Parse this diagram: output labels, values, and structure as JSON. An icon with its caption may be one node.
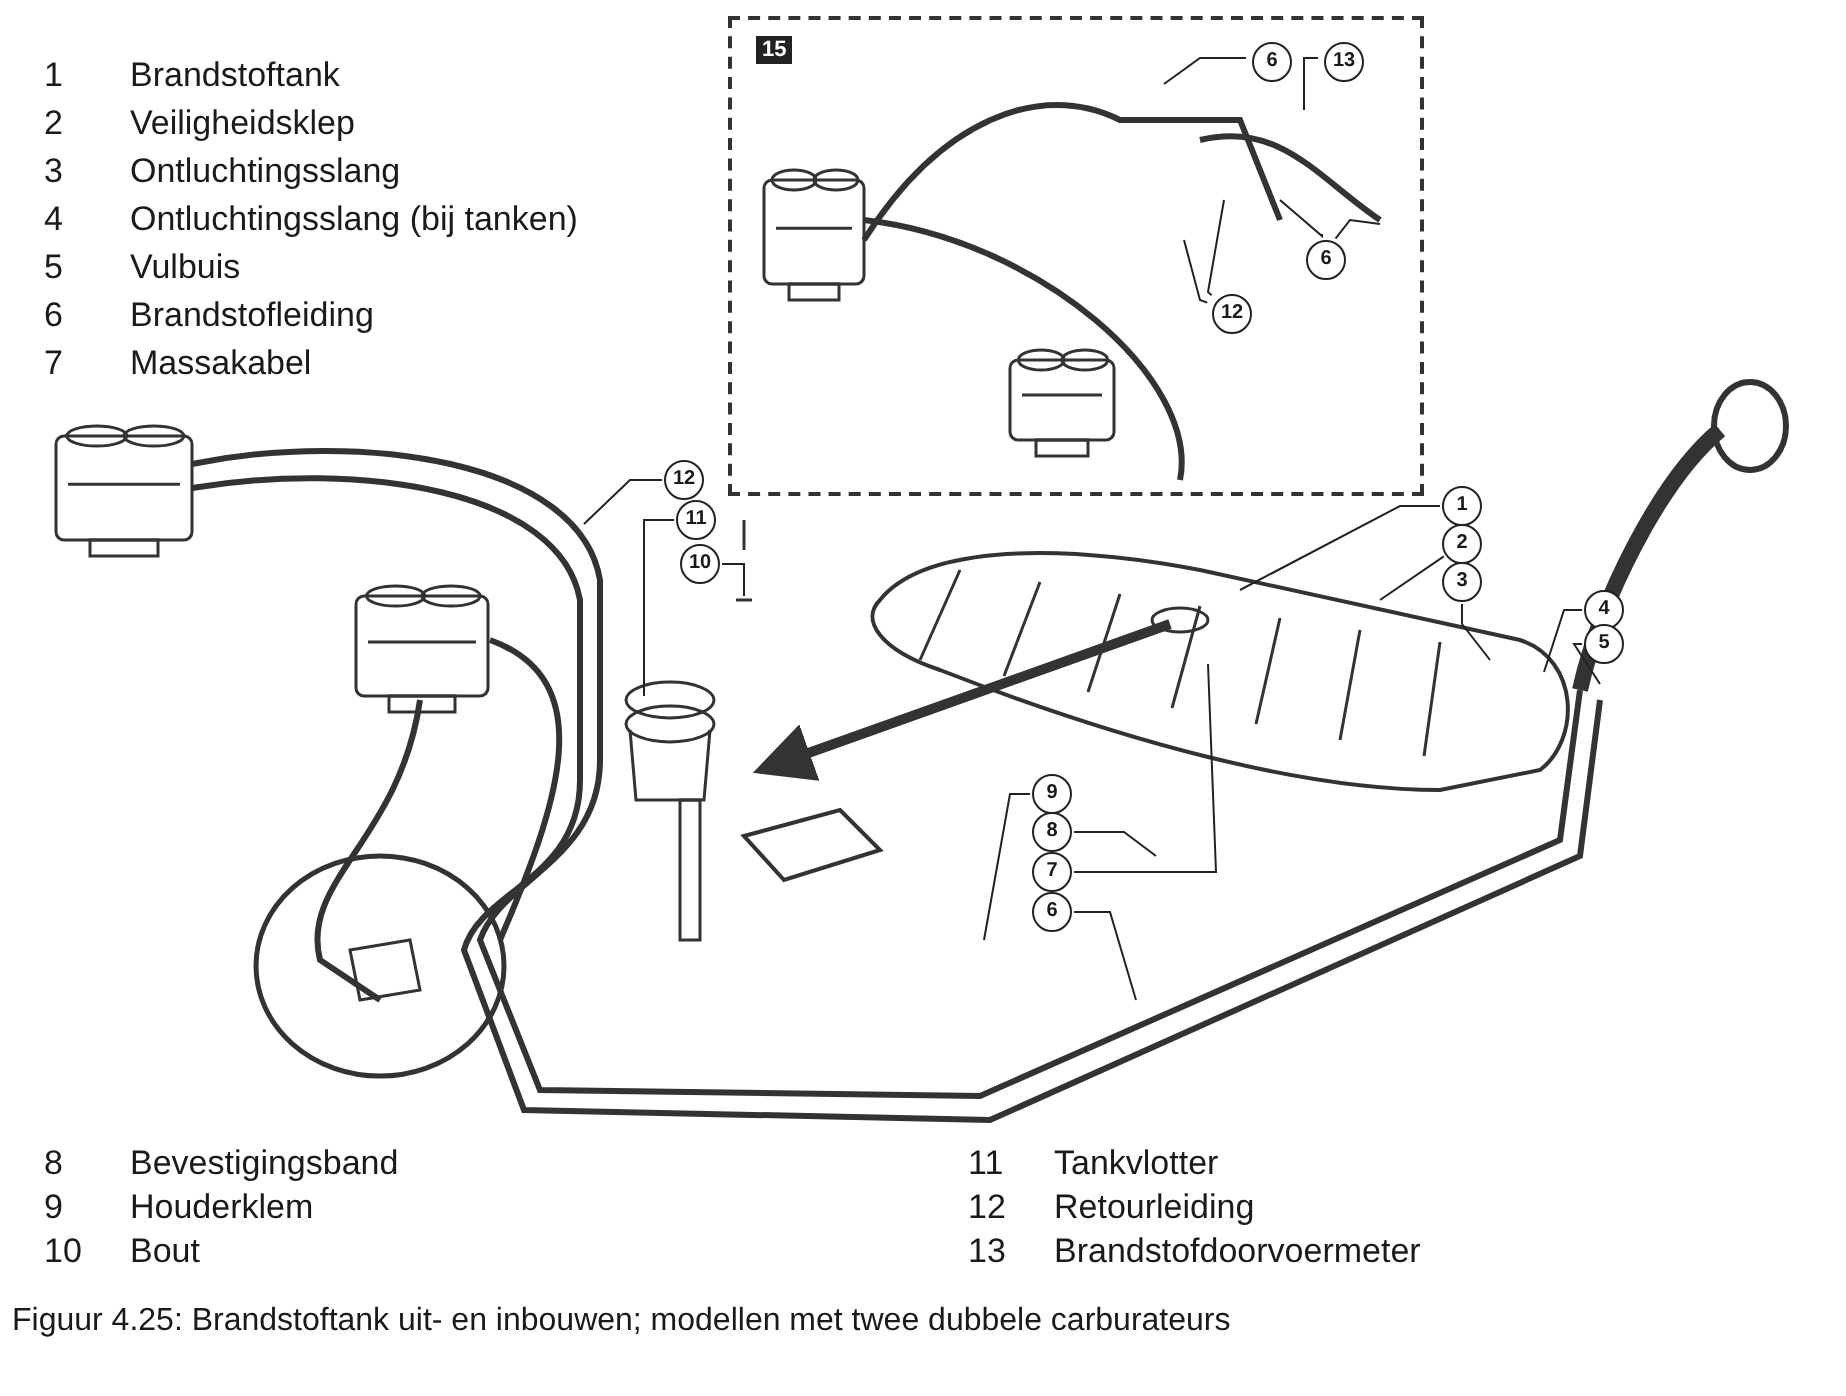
{
  "diagram": {
    "caption": "Figuur 4.25: Brandstoftank uit- en inbouwen; modellen met twee dubbele carburateurs",
    "nodes": [
      {
        "text": [
          "15"
        ]
      },
      {
        "text": [
          "6"
        ],
        "in": 0
      },
      {
        "text": [
          "13"
        ],
        "in": 0
      },
      {
        "text": [
          "6"
        ],
        "in": 0
      },
      {
        "text": [
          "12"
        ],
        "in": 0
      },
      {
        "text": [
          "12"
        ]
      },
      {
        "text": [
          "11"
        ]
      },
      {
        "text": [
          "1"
        ]
      },
      {
        "text": [
          "10"
        ]
      },
      {
        "text": [
          "2"
        ]
      },
      {
        "text": [
          "3"
        ]
      },
      {
        "text": [
          "4"
        ]
      },
      {
        "text": [
          "5"
        ]
      },
      {
        "text": [
          "9"
        ]
      },
      {
        "text": [
          "8"
        ]
      },
      {
        "text": [
          "7"
        ]
      },
      {
        "text": [
          "6"
        ]
      }
    ],
    "edges": [
      {
        "from": 1,
        "to": null,
        "arrow": "none"
      },
      {
        "from": 2,
        "to": null,
        "arrow": "none"
      },
      {
        "from": 3,
        "to": null,
        "arrow": "none"
      },
      {
        "from": 4,
        "to": null,
        "arrow": "none"
      },
      {
        "from": 5,
        "to": null,
        "arrow": "none"
      },
      {
        "from": 6,
        "to": null,
        "arrow": "none"
      },
      {
        "from": 7,
        "to": null,
        "arrow": "none"
      },
      {
        "from": 8,
        "to": null,
        "arrow": "none"
      },
      {
        "from": 9,
        "to": null,
        "arrow": "none"
      },
      {
        "from": 10,
        "to": null,
        "arrow": "none"
      },
      {
        "from": 11,
        "to": null,
        "arrow": "none"
      },
      {
        "from": 12,
        "to": null,
        "arrow": "none"
      },
      {
        "from": 13,
        "to": null,
        "arrow": "none"
      },
      {
        "from": 14,
        "to": null,
        "arrow": "none"
      },
      {
        "from": 15,
        "to": null,
        "arrow": "none"
      },
      {
        "from": 16,
        "to": null,
        "arrow": "none"
      }
    ],
    "labels": [
      "1",
      "Brandstoftank",
      "2",
      "Veiligheidsklep",
      "3",
      "Ontluchtingsslang",
      "4",
      "Ontluchtingsslang (bij tanken)",
      "5",
      "Vulbuis",
      "6",
      "Brandstofleiding",
      "7",
      "Massakabel",
      "8",
      "Bevestigingsband",
      "11",
      "Tankvlotter",
      "9",
      "Houderklem",
      "12",
      "Retourleiding",
      "10",
      "Bout",
      "13",
      "Brandstofdoorvoermeter"
    ]
  }
}
